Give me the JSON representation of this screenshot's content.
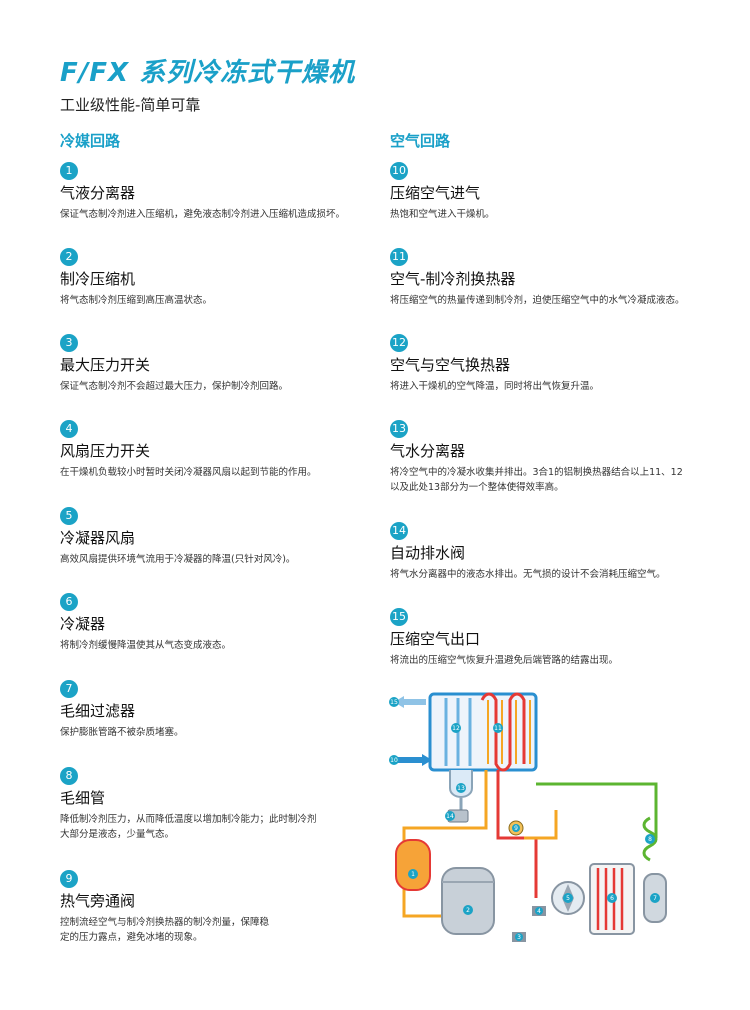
{
  "title": "F/FX 系列冷冻式干燥机",
  "subtitle": "工业级性能-简单可靠",
  "left_section": {
    "title": "冷媒回路",
    "items": [
      {
        "num": "1",
        "title": "气液分离器",
        "desc": "保证气态制冷剂进入压缩机，避免液态制冷剂进入压缩机造成损坏。"
      },
      {
        "num": "2",
        "title": "制冷压缩机",
        "desc": "将气态制冷剂压缩到高压高温状态。"
      },
      {
        "num": "3",
        "title": "最大压力开关",
        "desc": "保证气态制冷剂不会超过最大压力，保护制冷剂回路。"
      },
      {
        "num": "4",
        "title": "风扇压力开关",
        "desc": "在干燥机负载较小时暂时关闭冷凝器风扇以起到节能的作用。"
      },
      {
        "num": "5",
        "title": "冷凝器风扇",
        "desc": "高效风扇提供环境气流用于冷凝器的降温(只针对风冷)。"
      },
      {
        "num": "6",
        "title": "冷凝器",
        "desc": "将制冷剂缓慢降温使其从气态变成液态。"
      },
      {
        "num": "7",
        "title": "毛细过滤器",
        "desc": "保护膨胀管路不被杂质堵塞。"
      },
      {
        "num": "8",
        "title": "毛细管",
        "desc": "降低制冷剂压力，从而降低温度以增加制冷能力；此时制冷剂大部分是液态，少量气态。"
      },
      {
        "num": "9",
        "title": "热气旁通阀",
        "desc": "控制流经空气与制冷剂换热器的制冷剂量，保障稳定的压力露点，避免冰堵的现象。"
      }
    ]
  },
  "right_section": {
    "title": "空气回路",
    "items": [
      {
        "num": "10",
        "title": "压缩空气进气",
        "desc": "热饱和空气进入干燥机。"
      },
      {
        "num": "11",
        "title": "空气-制冷剂换热器",
        "desc": "将压缩空气的热量传递到制冷剂，迫使压缩空气中的水气冷凝成液态。"
      },
      {
        "num": "12",
        "title": "空气与空气换热器",
        "desc": "将进入干燥机的空气降温，同时将出气恢复升温。"
      },
      {
        "num": "13",
        "title": "气水分离器",
        "desc": "将冷空气中的冷凝水收集并排出。3合1的铝制换热器结合以上11、12以及此处13部分为一个整体使得效率高。"
      },
      {
        "num": "14",
        "title": "自动排水阀",
        "desc": "将气水分离器中的液态水排出。无气损的设计不会消耗压缩空气。"
      },
      {
        "num": "15",
        "title": "压缩空气出口",
        "desc": "将流出的压缩空气恢复升温避免后端管路的结露出现。"
      }
    ]
  },
  "diagram": {
    "colors": {
      "hot": "#e53935",
      "warm": "#f5a623",
      "cold": "#2a8fd0",
      "green": "#5cb531",
      "metal": "#b8c2cc"
    },
    "labels": [
      "15",
      "12",
      "11",
      "10",
      "13",
      "14",
      "9",
      "1",
      "2",
      "3",
      "4",
      "5",
      "6",
      "7",
      "8"
    ]
  }
}
